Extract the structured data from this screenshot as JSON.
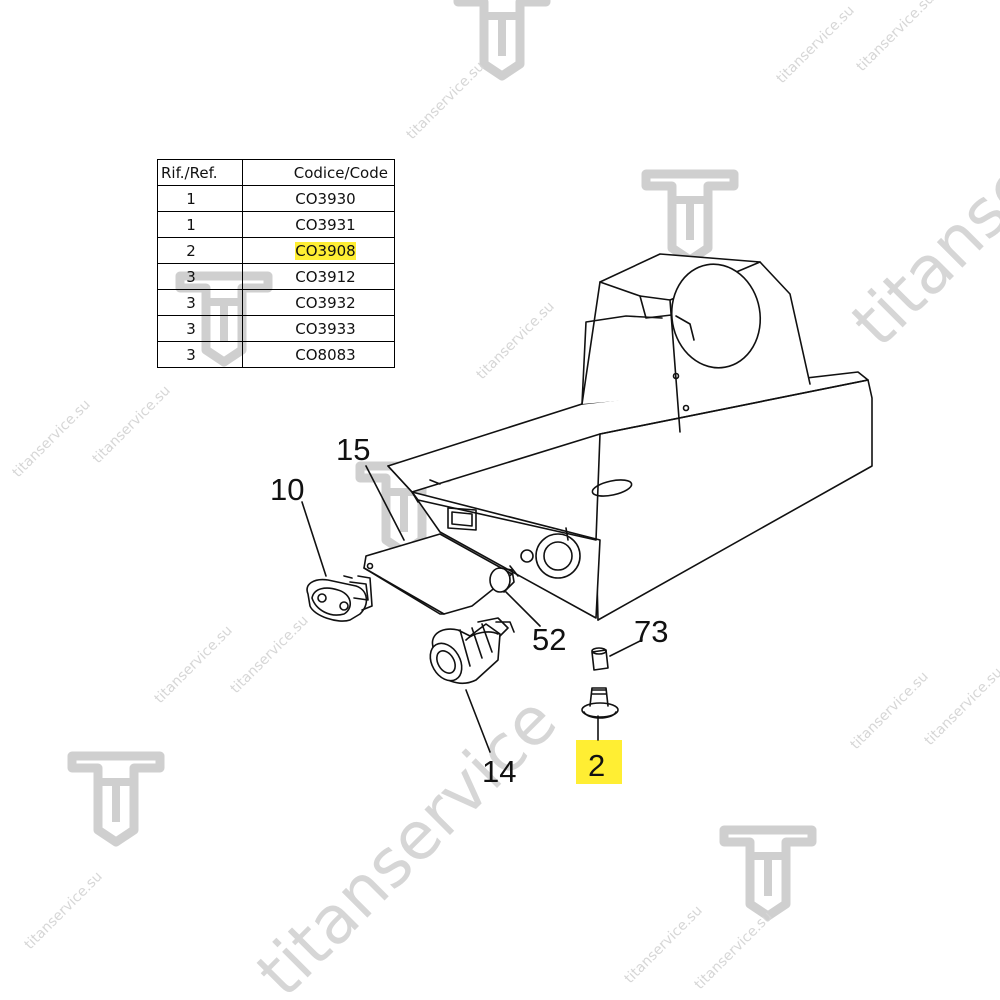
{
  "watermark": {
    "brand_text": "titanservice",
    "site_text": "titanservice.su"
  },
  "table": {
    "headers": {
      "ref": "Rif./Ref.",
      "code": "Codice/Code"
    },
    "rows": [
      {
        "ref": "1",
        "code": "CO3930",
        "highlight": false
      },
      {
        "ref": "1",
        "code": "CO3931",
        "highlight": false
      },
      {
        "ref": "2",
        "code": "CO3908",
        "highlight": true
      },
      {
        "ref": "3",
        "code": "CO3912",
        "highlight": false
      },
      {
        "ref": "3",
        "code": "CO3932",
        "highlight": false
      },
      {
        "ref": "3",
        "code": "CO3933",
        "highlight": false
      },
      {
        "ref": "3",
        "code": "CO8083",
        "highlight": false
      }
    ]
  },
  "callouts": {
    "c15": "15",
    "c10": "10",
    "c52": "52",
    "c73": "73",
    "c14": "14",
    "c2": "2"
  },
  "colors": {
    "highlight": "#ffee33",
    "line": "#111111",
    "watermark": "#d0d0d0"
  }
}
